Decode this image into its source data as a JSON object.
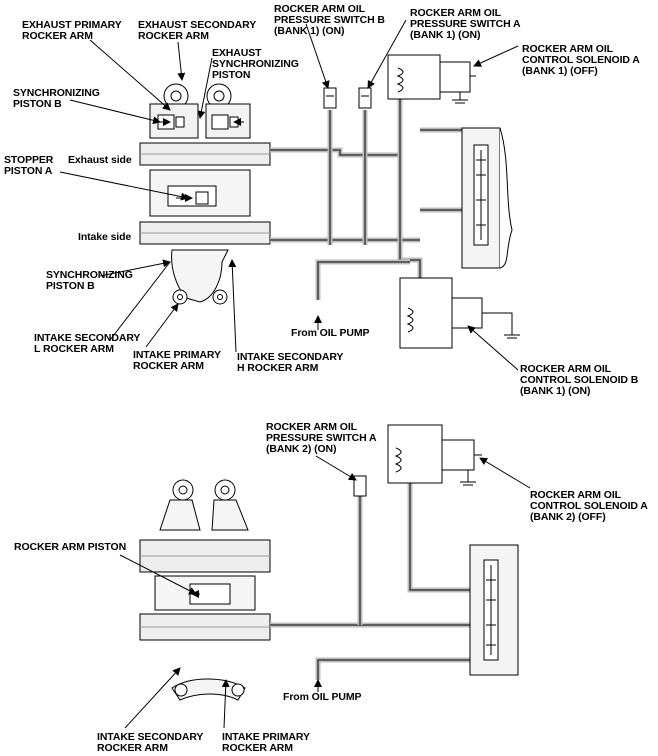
{
  "top": {
    "labels": {
      "exhaust_primary": "EXHAUST PRIMARY\nROCKER ARM",
      "exhaust_secondary": "EXHAUST SECONDARY\nROCKER ARM",
      "exhaust_sync_piston": "EXHAUST\nSYNCHRONIZING\nPISTON",
      "sync_piston_b_top": "SYNCHRONIZING\nPISTON B",
      "stopper_piston_a": "STOPPER\nPISTON A",
      "exhaust_side": "Exhaust side",
      "intake_side": "Intake side",
      "sync_piston_b_bottom": "SYNCHRONIZING\nPISTON B",
      "intake_secondary_l": "INTAKE SECONDARY\nL ROCKER ARM",
      "intake_primary": "INTAKE PRIMARY\nROCKER ARM",
      "intake_secondary_h": "INTAKE SECONDARY\nH ROCKER ARM",
      "switch_b": "ROCKER ARM OIL\nPRESSURE SWITCH B\n(BANK 1) (ON)",
      "switch_a": "ROCKER ARM OIL\nPRESSURE SWITCH A\n(BANK 1) (ON)",
      "solenoid_a": "ROCKER ARM OIL\nCONTROL SOLENOID A\n(BANK 1) (OFF)",
      "from_oil_pump": "From OIL PUMP",
      "solenoid_b": "ROCKER ARM OIL\nCONTROL SOLENOID B\n(BANK 1) (ON)"
    }
  },
  "bottom": {
    "labels": {
      "switch_a": "ROCKER ARM OIL\nPRESSURE SWITCH A\n(BANK 2) (ON)",
      "solenoid_a": "ROCKER ARM OIL\nCONTROL SOLENOID A\n(BANK 2) (OFF)",
      "rocker_arm_piston": "ROCKER ARM PISTON",
      "from_oil_pump": "From OIL PUMP",
      "intake_secondary": "INTAKE SECONDARY\nROCKER ARM",
      "intake_primary": "INTAKE PRIMARY\nROCKER ARM"
    }
  }
}
